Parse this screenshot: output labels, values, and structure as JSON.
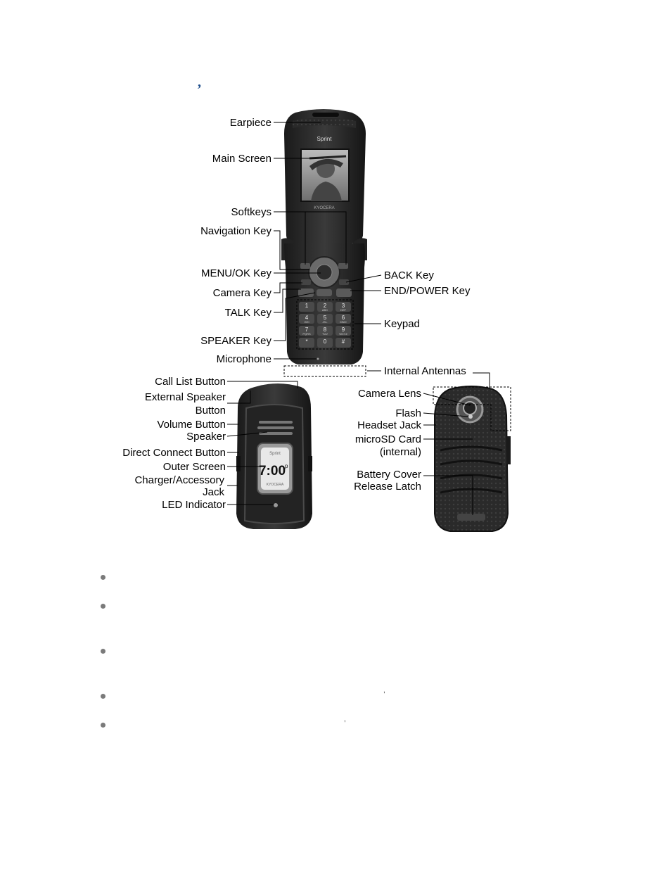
{
  "heading_mark": ",",
  "phone_screen": {
    "carrier": "Sprint",
    "clock": "7:00",
    "clock_suffix": "p",
    "brand": "KYOCERA"
  },
  "keypad_keys": [
    {
      "digit": "1",
      "letters": ""
    },
    {
      "digit": "2",
      "letters": "ABC"
    },
    {
      "digit": "3",
      "letters": "DEF"
    },
    {
      "digit": "4",
      "letters": "GHI"
    },
    {
      "digit": "5",
      "letters": "JKL"
    },
    {
      "digit": "6",
      "letters": "MNO"
    },
    {
      "digit": "7",
      "letters": "PQRS"
    },
    {
      "digit": "8",
      "letters": "TUV"
    },
    {
      "digit": "9",
      "letters": "WXYZ"
    },
    {
      "digit": "*",
      "letters": ""
    },
    {
      "digit": "0",
      "letters": ""
    },
    {
      "digit": "#",
      "letters": ""
    }
  ],
  "labels": {
    "earpiece": "Earpiece",
    "main_screen": "Main Screen",
    "softkeys": "Softkeys",
    "navigation_key": "Navigation Key",
    "menu_ok_key": "MENU/OK Key",
    "camera_key": "Camera Key",
    "talk_key": "TALK Key",
    "speaker_key": "SPEAKER Key",
    "microphone": "Microphone",
    "back_key": "BACK Key",
    "end_power_key": "END/POWER Key",
    "keypad": "Keypad",
    "internal_antennas": "Internal Antennas",
    "call_list_button": "Call List Button",
    "external_speaker_button_1": "External Speaker",
    "external_speaker_button_2": "Button",
    "volume_button": "Volume Button",
    "speaker": "Speaker",
    "direct_connect_button": "Direct Connect Button",
    "outer_screen": "Outer Screen",
    "charger_jack_1": "Charger/Accessory",
    "charger_jack_2": "Jack",
    "led_indicator": "LED Indicator",
    "camera_lens": "Camera Lens",
    "flash": "Flash",
    "headset_jack": "Headset Jack",
    "microsd_1": "microSD Card",
    "microsd_2": "(internal)",
    "battery_cover_1": "Battery Cover",
    "battery_cover_2": "Release Latch"
  },
  "bullet_commas": [
    ",",
    ","
  ]
}
